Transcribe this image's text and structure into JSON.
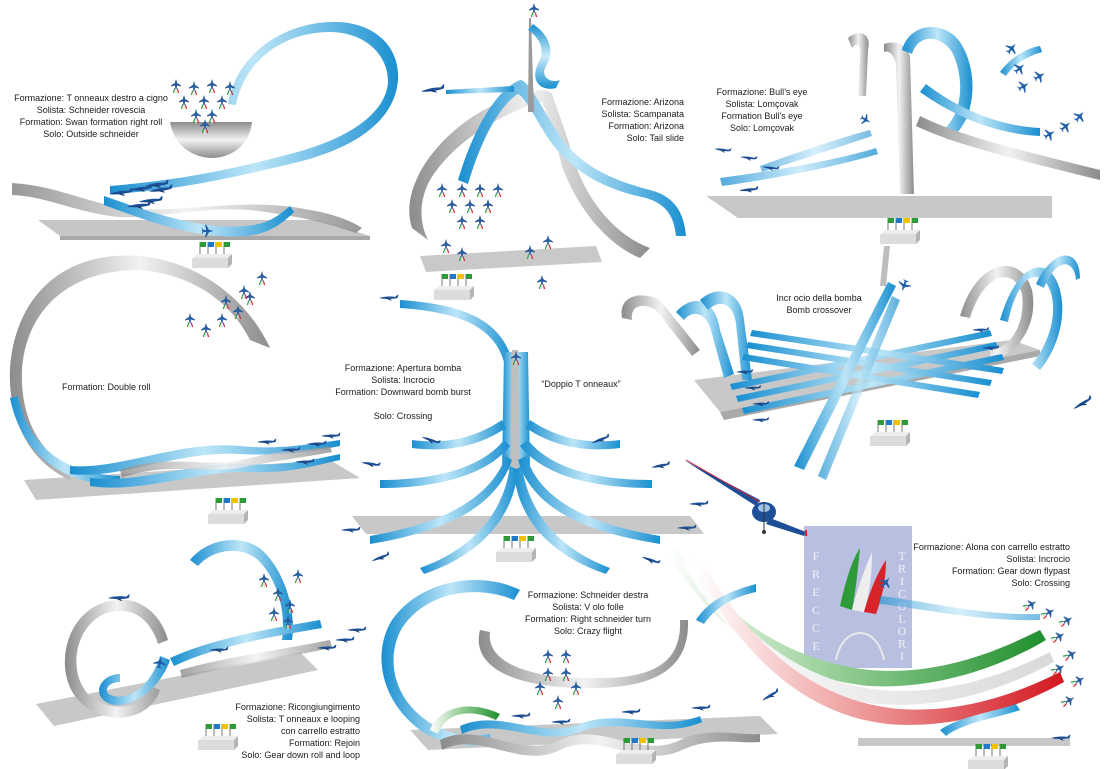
{
  "colors": {
    "trail_blue": "#1e9bd7",
    "trail_light": "#bfe6f7",
    "trail_grey": "#9a9a9a",
    "ground": "#c8c8c8",
    "flag_green": "#2e9a3a",
    "flag_red": "#d8232a",
    "emblem_bg": "#b8bfe0"
  },
  "scenes": [
    {
      "id": "swan",
      "lines": [
        "Formazione: T  onneaux destro a cigno",
        "Solista: Schneider rovescia",
        "Formation: Swan formation right roll",
        "Solo: Outside schneider"
      ]
    },
    {
      "id": "arizona",
      "lines": [
        "Formazione:   Arizona",
        "Solista: Scampanata",
        "Formation: Arizona",
        "Solo: Tail slide"
      ]
    },
    {
      "id": "bullseye",
      "lines": [
        "Formazione:   Bull’s   eye",
        "Solista: Lomçovak",
        "Formation Bull’s eye",
        "Solo: Lomçovak"
      ]
    },
    {
      "id": "double_roll",
      "lines": [
        "Formation:  Double roll"
      ]
    },
    {
      "id": "bomb_burst",
      "lines": [
        "Formazione:   Apertura bomba",
        "Solista: Incrocio",
        "Formation: Downward bomb burst",
        "",
        "Solo: Crossing"
      ]
    },
    {
      "id": "doppio",
      "lines": [
        "“Doppio T  onneaux”"
      ]
    },
    {
      "id": "bomb_crossover",
      "lines": [
        "Incr ocio della bomba",
        "Bomb crossover"
      ]
    },
    {
      "id": "gear_down",
      "lines": [
        "Formazione:   Alona con carrello estratto",
        "Solista: Incrocio",
        "Formation: Gear down flypast",
        "Solo: Crossing"
      ]
    },
    {
      "id": "crazy",
      "lines": [
        "Formazione: Schneider destra",
        "Solista: V olo folle",
        "Formation: Right schneider turn",
        "Solo: Crazy flight"
      ]
    },
    {
      "id": "rejoin",
      "lines": [
        "Formazione:   Ricongiungimento",
        "Solista: T onneaux e looping",
        "con carrello estratto",
        "Formation: Rejoin",
        "Solo: Gear down roll and loop"
      ]
    }
  ],
  "emblem": {
    "left_letters": [
      "F",
      "R",
      "E",
      "C",
      "C",
      "E"
    ],
    "right_letters": [
      "T",
      "R",
      "I",
      "C",
      "O",
      "L",
      "O",
      "R",
      "I"
    ]
  }
}
